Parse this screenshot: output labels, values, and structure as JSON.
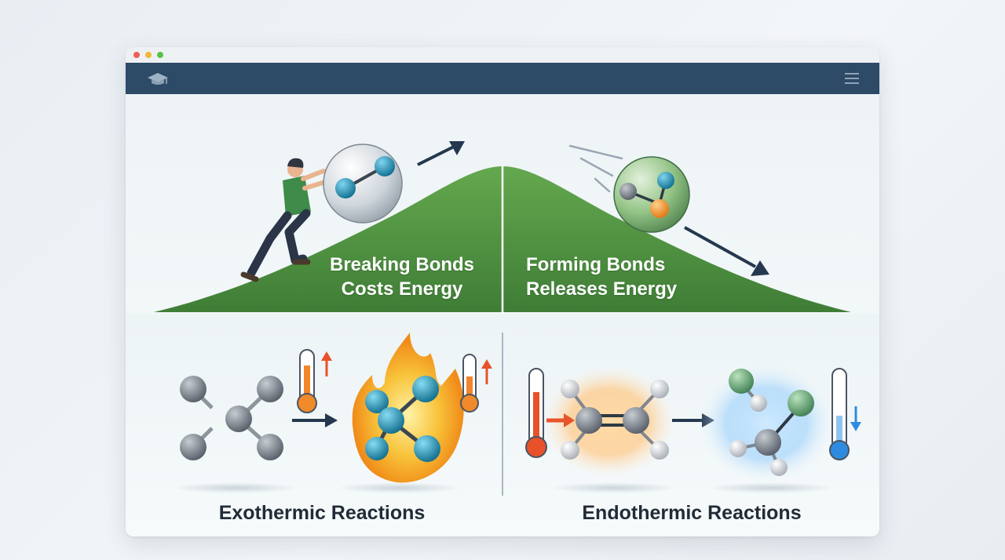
{
  "window": {
    "nav_icons": [
      "graduation-cap-icon",
      "hamburger-menu-icon"
    ]
  },
  "top_section": {
    "breaking": {
      "line1": "Breaking Bonds",
      "line2": "Costs Energy"
    },
    "forming": {
      "line1": "Forming Bonds",
      "line2": "Releases Energy"
    }
  },
  "bottom_section": {
    "exothermic": {
      "title": "Exothermic Reactions",
      "thermometer": "rising"
    },
    "endothermic": {
      "title": "Endothermic Reactions",
      "thermometer": "falling"
    }
  },
  "colors": {
    "navbar": "#2d4a66",
    "hill": "#4f8f3e",
    "arrow": "#24384f",
    "molecule_gray": "#6b7280",
    "molecule_teal": "#1e8fb2",
    "molecule_green": "#4d9a63",
    "fire": "#f5a623",
    "hot": "#e8512a",
    "cold": "#2e8be0"
  }
}
